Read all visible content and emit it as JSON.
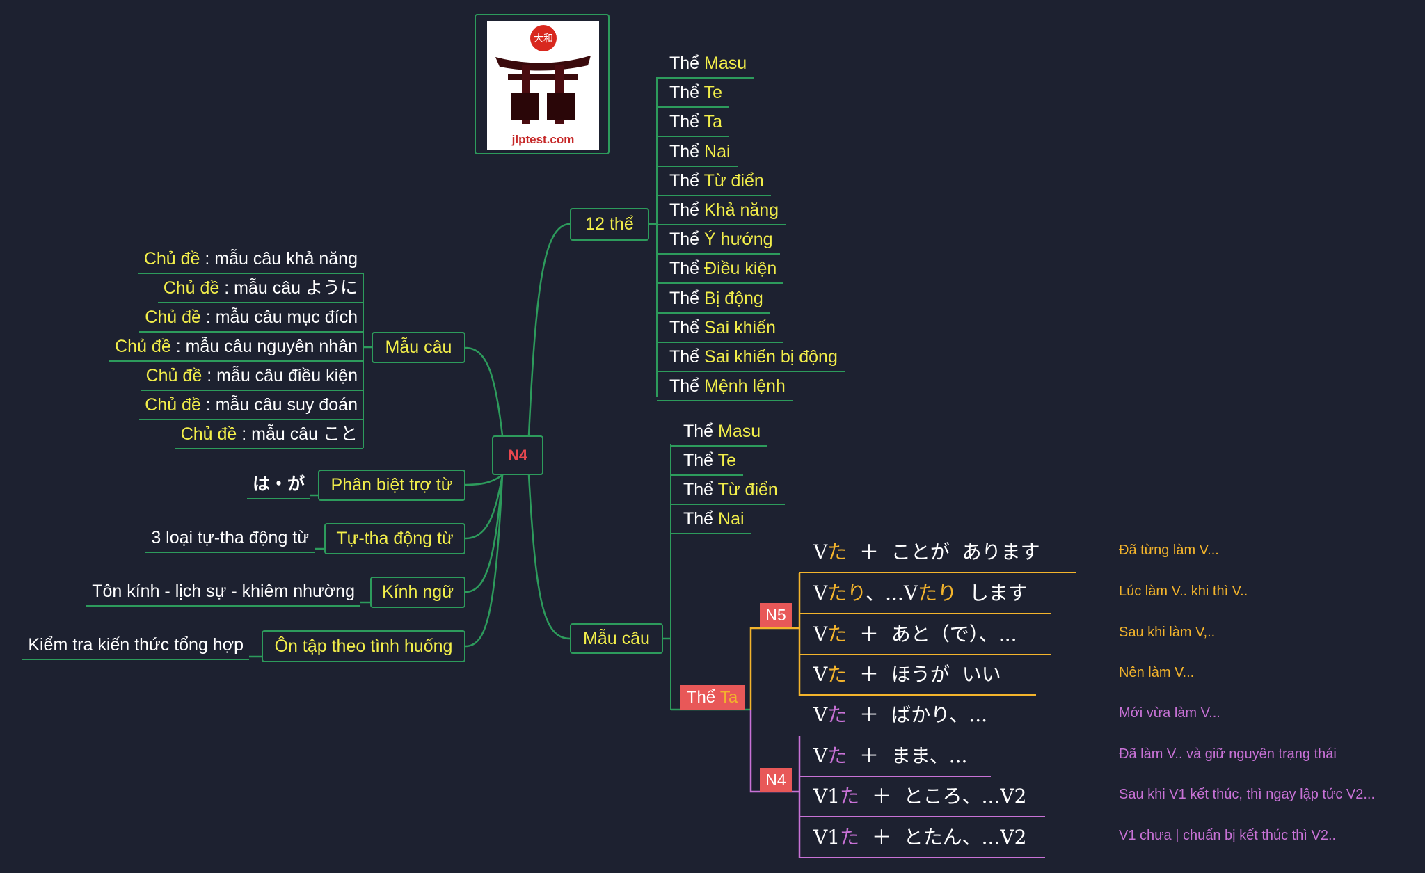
{
  "colors": {
    "background": "#1d2130",
    "line_green": "#2d9b5c",
    "highlight_yellow": "#f2ee4a",
    "n5_orange": "#f3b42c",
    "n4_purple": "#c872d6",
    "badge_red": "#e85858",
    "root_text_red": "#e8474f"
  },
  "logo": {
    "seal": "大和",
    "site": "jlptest.com"
  },
  "root": {
    "label": "N4"
  },
  "forms12": {
    "label": "12 thể",
    "items": [
      {
        "prefix": "Thể",
        "name": "Masu"
      },
      {
        "prefix": "Thể",
        "name": "Te"
      },
      {
        "prefix": "Thể",
        "name": "Ta"
      },
      {
        "prefix": "Thể",
        "name": "Nai"
      },
      {
        "prefix": "Thể",
        "name": "Từ điển"
      },
      {
        "prefix": "Thể",
        "name": "Khả năng"
      },
      {
        "prefix": "Thể",
        "name": "Ý hướng"
      },
      {
        "prefix": "Thể",
        "name": "Điều kiện"
      },
      {
        "prefix": "Thể",
        "name": "Bị động"
      },
      {
        "prefix": "Thể",
        "name": "Sai khiến"
      },
      {
        "prefix": "Thể",
        "name": "Sai khiến bị động"
      },
      {
        "prefix": "Thể",
        "name": "Mệnh lệnh"
      }
    ]
  },
  "patterns_left": {
    "label": "Mẫu câu",
    "items": [
      {
        "topic": "Chủ đề",
        "text": " : mẫu câu khả năng"
      },
      {
        "topic": "Chủ đề",
        "text": " : mẫu câu ように"
      },
      {
        "topic": "Chủ đề",
        "text": " : mẫu câu mục đích"
      },
      {
        "topic": "Chủ đề",
        "text": " : mẫu câu nguyên nhân"
      },
      {
        "topic": "Chủ đề",
        "text": " : mẫu câu điều kiện"
      },
      {
        "topic": "Chủ đề",
        "text": " : mẫu câu suy đoán"
      },
      {
        "topic": "Chủ đề",
        "text": " : mẫu câu こと"
      }
    ]
  },
  "others": [
    {
      "label": "Phân biệt trợ từ",
      "child": "は・が"
    },
    {
      "label": "Tự-tha động từ",
      "child": "3 loại tự-tha động từ"
    },
    {
      "label": "Kính ngữ",
      "child": "Tôn kính - lịch sự - khiêm nhường"
    },
    {
      "label": "Ôn tập theo tình huống",
      "child": "Kiểm tra kiến thức tổng hợp"
    }
  ],
  "patterns_right": {
    "label": "Mẫu câu",
    "items": [
      {
        "prefix": "Thể",
        "name": "Masu"
      },
      {
        "prefix": "Thể",
        "name": "Te"
      },
      {
        "prefix": "Thể",
        "name": "Từ điển"
      },
      {
        "prefix": "Thể",
        "name": "Nai"
      }
    ],
    "ta_form": {
      "prefix": "Thể",
      "name": "Ta"
    },
    "n5": {
      "badge": "N5",
      "rows": [
        {
          "parts": [
            {
              "t": "V"
            },
            {
              "t": "た",
              "c": 1
            },
            {
              "t": "  ＋  ことが  あります"
            }
          ],
          "meaning": "Đã từng làm V..."
        },
        {
          "parts": [
            {
              "t": "V"
            },
            {
              "t": "たり",
              "c": 1
            },
            {
              "t": "、...V"
            },
            {
              "t": "たり",
              "c": 1
            },
            {
              "t": "  します"
            }
          ],
          "meaning": "Lúc làm V.. khi thì V.."
        },
        {
          "parts": [
            {
              "t": "V"
            },
            {
              "t": "た",
              "c": 1
            },
            {
              "t": "  ＋  あと（で）、..."
            }
          ],
          "meaning": "Sau khi làm V,.."
        },
        {
          "parts": [
            {
              "t": "V"
            },
            {
              "t": "た",
              "c": 1
            },
            {
              "t": "  ＋  ほうが  いい"
            }
          ],
          "meaning": "Nên làm V..."
        }
      ]
    },
    "n4": {
      "badge": "N4",
      "rows": [
        {
          "parts": [
            {
              "t": "V"
            },
            {
              "t": "た",
              "c": 1
            },
            {
              "t": "  ＋  ばかり、..."
            }
          ],
          "meaning": "Mới vừa làm V..."
        },
        {
          "parts": [
            {
              "t": "V"
            },
            {
              "t": "た",
              "c": 1
            },
            {
              "t": "  ＋  まま、..."
            }
          ],
          "meaning": "Đã làm V.. và giữ nguyên trạng thái"
        },
        {
          "parts": [
            {
              "t": "V1"
            },
            {
              "t": "た",
              "c": 1
            },
            {
              "t": "  ＋  ところ、...V2"
            }
          ],
          "meaning": "Sau khi V1 kết thúc, thì ngay lập tức V2..."
        },
        {
          "parts": [
            {
              "t": "V1"
            },
            {
              "t": "た",
              "c": 1
            },
            {
              "t": "  ＋  とたん、...V2"
            }
          ],
          "meaning": "V1 chưa | chuẩn bị kết thúc thì V2.."
        }
      ]
    }
  }
}
